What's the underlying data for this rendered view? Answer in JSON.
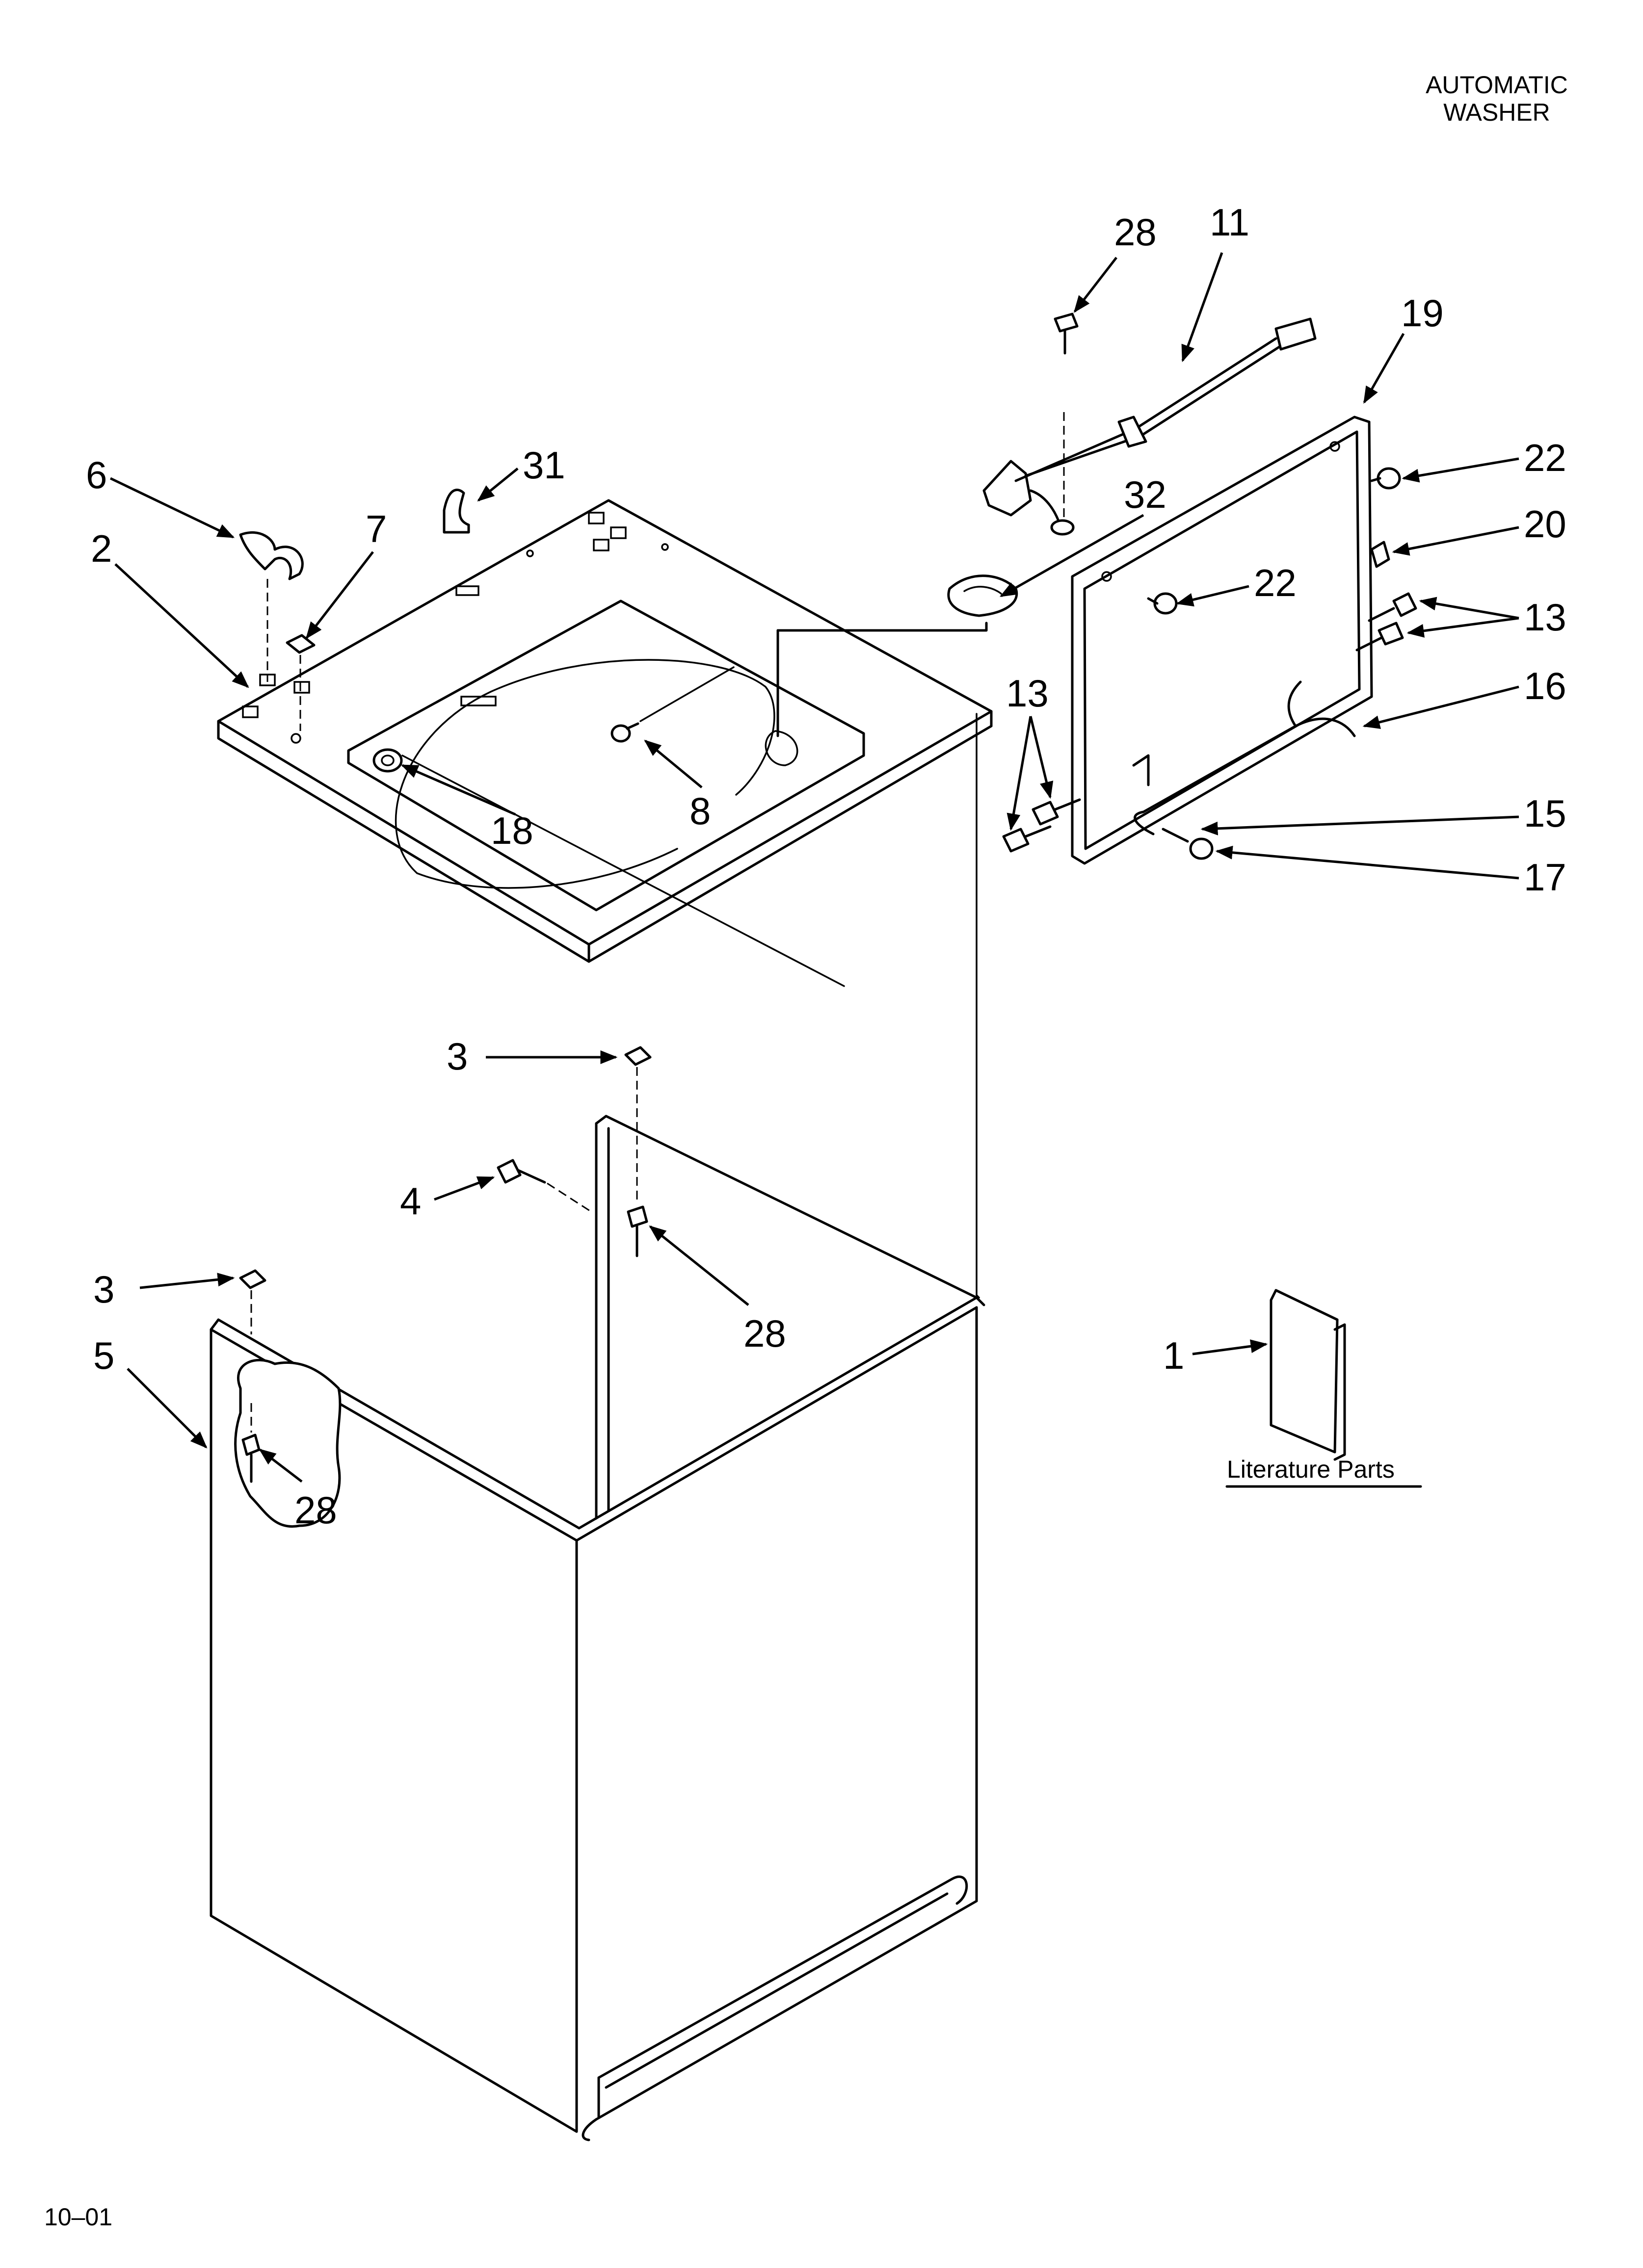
{
  "header": {
    "line1": "AUTOMATIC",
    "line2": "WASHER"
  },
  "footer": {
    "code": "10–01"
  },
  "literature": {
    "label": "Literature Parts"
  },
  "callouts": [
    {
      "id": "c28a",
      "text": "28"
    },
    {
      "id": "c11",
      "text": "11"
    },
    {
      "id": "c19",
      "text": "19"
    },
    {
      "id": "c22a",
      "text": "22"
    },
    {
      "id": "c20",
      "text": "20"
    },
    {
      "id": "c22b",
      "text": "22"
    },
    {
      "id": "c13a",
      "text": "13"
    },
    {
      "id": "c16",
      "text": "16"
    },
    {
      "id": "c13b",
      "text": "13"
    },
    {
      "id": "c15",
      "text": "15"
    },
    {
      "id": "c17",
      "text": "17"
    },
    {
      "id": "c6",
      "text": "6"
    },
    {
      "id": "c31",
      "text": "31"
    },
    {
      "id": "c2",
      "text": "2"
    },
    {
      "id": "c7",
      "text": "7"
    },
    {
      "id": "c32",
      "text": "32"
    },
    {
      "id": "c8",
      "text": "8"
    },
    {
      "id": "c18",
      "text": "18"
    },
    {
      "id": "c3a",
      "text": "3"
    },
    {
      "id": "c4",
      "text": "4"
    },
    {
      "id": "c28b",
      "text": "28"
    },
    {
      "id": "c3b",
      "text": "3"
    },
    {
      "id": "c5",
      "text": "5"
    },
    {
      "id": "c28c",
      "text": "28"
    },
    {
      "id": "c1",
      "text": "1"
    }
  ]
}
